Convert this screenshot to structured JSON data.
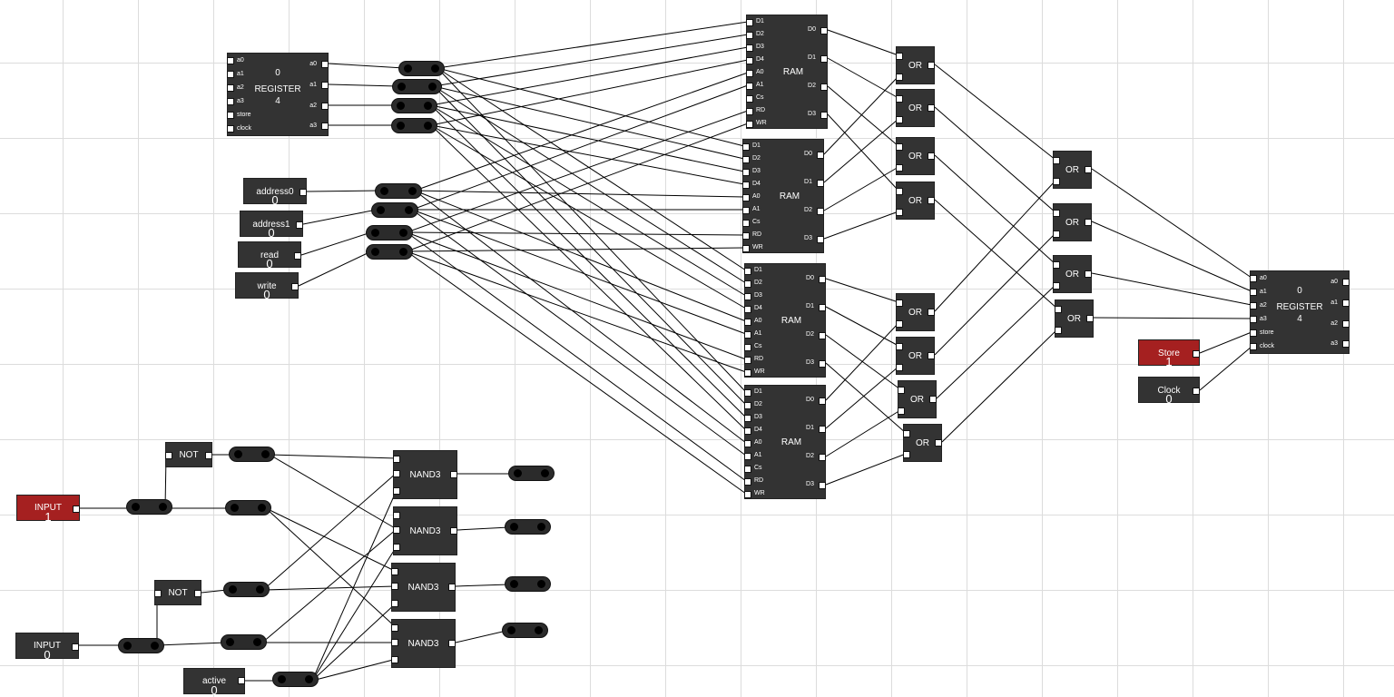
{
  "register_in": {
    "title": "REGISTER",
    "value": "0",
    "size": "4",
    "inputs": [
      "a0",
      "a1",
      "a2",
      "a3",
      "store",
      "clock"
    ],
    "outputs": [
      "a0",
      "a1",
      "a2",
      "a3"
    ]
  },
  "register_out": {
    "title": "REGISTER",
    "value": "0",
    "size": "4",
    "inputs": [
      "a0",
      "a1",
      "a2",
      "a3",
      "store",
      "clock"
    ],
    "outputs": [
      "a0",
      "a1",
      "a2",
      "a3"
    ]
  },
  "ram_inputs": [
    "D1",
    "D2",
    "D3",
    "D4",
    "A0",
    "A1",
    "Cs",
    "RD",
    "WR"
  ],
  "ram_outputs": [
    "D0",
    "D1",
    "D2",
    "D3"
  ],
  "ram_title": "RAM",
  "or_label": "OR",
  "not_label": "NOT",
  "nand_label": "NAND3",
  "controls": [
    {
      "label": "address0",
      "value": "0"
    },
    {
      "label": "address1",
      "value": "0"
    },
    {
      "label": "read",
      "value": "0"
    },
    {
      "label": "write",
      "value": "0"
    }
  ],
  "store": {
    "label": "Store",
    "value": "1"
  },
  "clock": {
    "label": "Clock",
    "value": "0"
  },
  "input_top": {
    "label": "INPUT",
    "value": "1"
  },
  "input_bottom": {
    "label": "INPUT",
    "value": "0"
  },
  "active": {
    "label": "active",
    "value": "0"
  },
  "colors": {
    "node": "#333333",
    "active": "#a52020",
    "grid": "#dcdcdc",
    "wire": "#000000"
  }
}
